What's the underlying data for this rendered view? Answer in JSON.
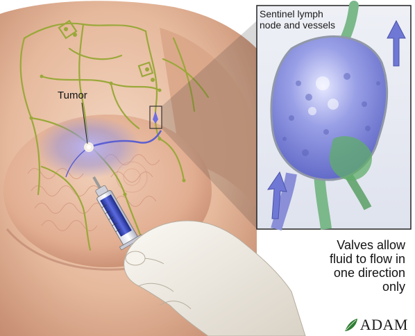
{
  "labels": {
    "tumor": "Tumor",
    "inset_title_line1": "Sentinel lymph",
    "inset_title_line2": "node and vessels"
  },
  "caption": {
    "line1": "Valves allow",
    "line2": "fluid to flow in",
    "line3": "one direction",
    "line4": "only"
  },
  "logo": {
    "text": "ADAM",
    "leaf_color": "#2e7d32"
  },
  "colors": {
    "skin": "#e9c0a6",
    "skin_shadow": "#c99276",
    "vessel": "#9aa83a",
    "node_blue": "#7f86d8",
    "node_green": "#5fae6a",
    "glove": "#f1ede6",
    "syringe_fluid": "#3344a8",
    "arrow": "#6f78d4"
  }
}
